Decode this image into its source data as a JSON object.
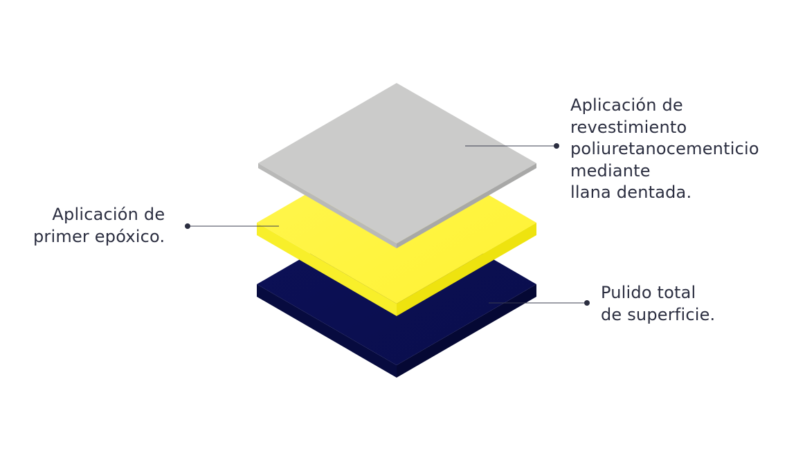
{
  "layers": [
    {
      "name": "top",
      "lines": [
        "Aplicación de",
        "revestimiento",
        "poliuretanocementicio",
        "mediante",
        "llana dentada."
      ],
      "colors": {
        "top": "#cbcbca",
        "left": "#b9b9b8",
        "right": "#a8a8a7"
      }
    },
    {
      "name": "middle",
      "lines": [
        "Aplicación de",
        "primer epóxico."
      ],
      "colors": {
        "top": "#fff33a",
        "left": "#f8ef2a",
        "right": "#eee30f"
      }
    },
    {
      "name": "bottom",
      "lines": [
        "Pulido total",
        "de superficie."
      ],
      "colors": {
        "top": "#0b0f52",
        "left": "#070b3f",
        "right": "#050834"
      }
    }
  ],
  "colors": {
    "text": "#2b2e40",
    "leader": "#3a3d4f"
  }
}
